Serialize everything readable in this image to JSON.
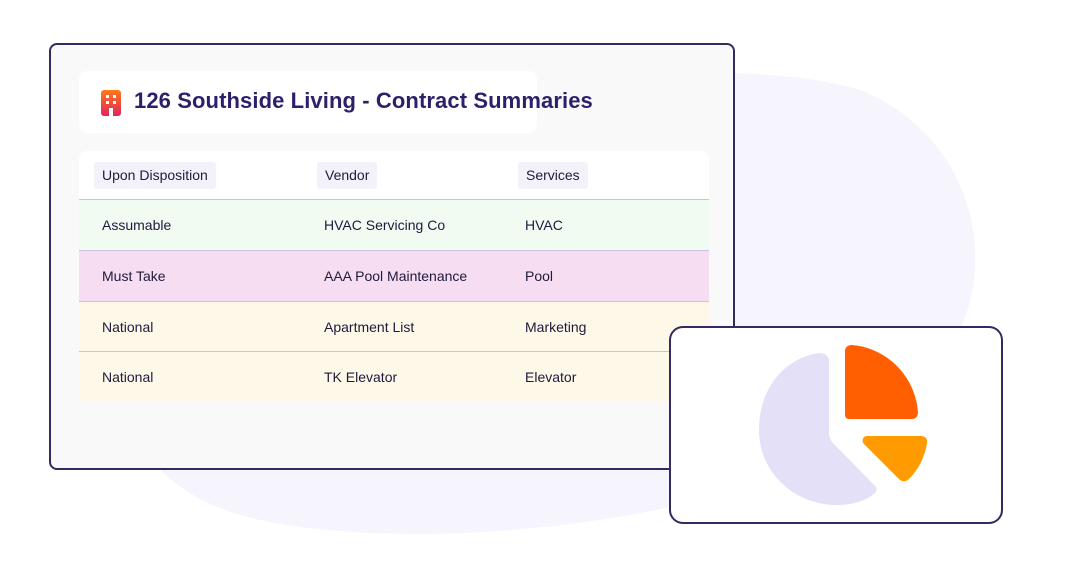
{
  "title": "126 Southside Living - Contract Summaries",
  "icons": {
    "title_icon": "building-icon",
    "chart_icon": "pie-chart-icon"
  },
  "colors": {
    "accent_orange": "#ff5f00",
    "accent_amber": "#ff9a00",
    "pie_lavender": "#e3e0f8",
    "border_navy": "#35295f",
    "title_purple": "#2e1f6b",
    "row_assumable": "#f1fbf2",
    "row_must_take": "#f7ddf1",
    "row_national": "#fdf8e8"
  },
  "table": {
    "headers": [
      "Upon Disposition",
      "Vendor",
      "Services"
    ],
    "rows": [
      [
        "Assumable",
        "HVAC Servicing Co",
        "HVAC"
      ],
      [
        "Must Take",
        "AAA Pool Maintenance",
        "Pool"
      ],
      [
        "National",
        "Apartment List",
        "Marketing"
      ],
      [
        "National",
        "TK Elevator",
        "Elevator"
      ]
    ]
  }
}
